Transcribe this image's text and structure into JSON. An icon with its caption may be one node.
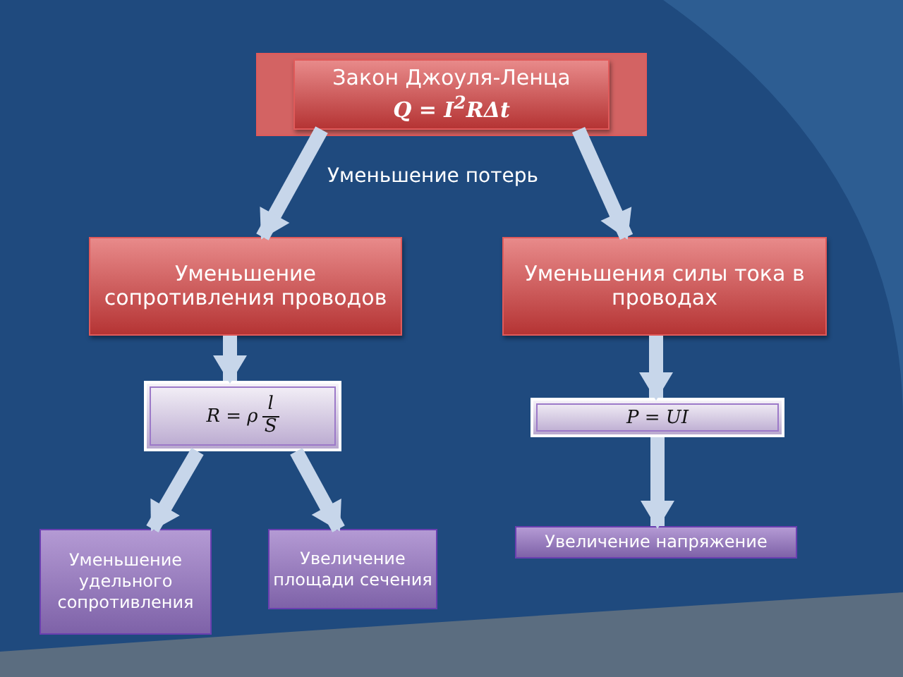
{
  "diagram": {
    "nodes": [
      {
        "text": [
          "Закон Джоуля-Ленца",
          "Q = I$^{2}$RΔt"
        ]
      },
      {
        "text": [
          "Уменьшение сопротивления проводов"
        ]
      },
      {
        "text": [
          "Уменьшения силы тока в проводах"
        ]
      },
      {
        "text": [
          "R = ρ",
          "l",
          "S"
        ]
      },
      {
        "text": [
          "P = UI"
        ]
      },
      {
        "text": [
          "Уменьшение удельного сопротивления"
        ]
      },
      {
        "text": [
          "Увеличение площади сечения"
        ]
      },
      {
        "text": [
          "Увеличение напряжение"
        ]
      }
    ],
    "edges": [
      {
        "from": 0,
        "to": 1,
        "arrow": "to"
      },
      {
        "from": 0,
        "to": 2,
        "arrow": "to"
      },
      {
        "from": 1,
        "to": 3,
        "arrow": "to"
      },
      {
        "from": 2,
        "to": 4,
        "arrow": "to"
      },
      {
        "from": 3,
        "to": 5,
        "arrow": "to"
      },
      {
        "from": 3,
        "to": 6,
        "arrow": "to"
      },
      {
        "from": 4,
        "to": 7,
        "arrow": "to"
      }
    ],
    "labels": [
      "Уменьшение потерь"
    ]
  }
}
